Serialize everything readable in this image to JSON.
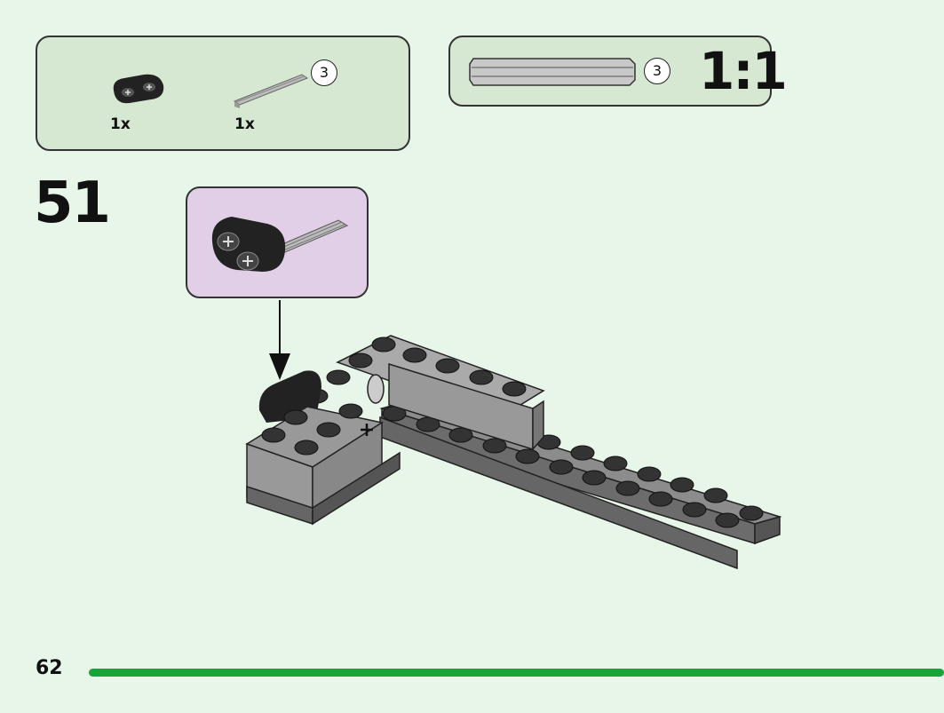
{
  "parts_list": {
    "items": [
      {
        "icon": "black-connector-icon",
        "qty_label": "1x"
      },
      {
        "icon": "gray-axle-icon",
        "qty_label": "1x",
        "length_label": "3"
      }
    ]
  },
  "scale_reference": {
    "length_label": "3",
    "ratio_label": "1:1"
  },
  "step": {
    "number": "51"
  },
  "callout": {
    "icon": "connector-with-axle-icon"
  },
  "footer": {
    "page_number": "62",
    "progress_fraction": 1.0
  },
  "colors": {
    "background": "#e8f5e9",
    "panel": "#d6e7d2",
    "callout": "#e1cfe8",
    "progress": "#1aa33a"
  }
}
